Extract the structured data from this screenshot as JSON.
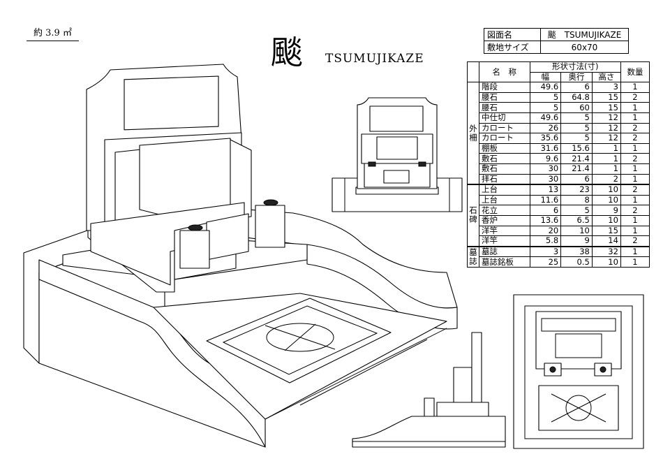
{
  "header": {
    "area": "約 3.9 ㎡",
    "title_kanji": "颷",
    "title_roman": "TSUMUJIKAZE"
  },
  "info": [
    {
      "key": "図面名",
      "value": "颷　TSUMUJIKAZE"
    },
    {
      "key": "敷地サイズ",
      "value": "60x70"
    }
  ],
  "spec": {
    "header_dims": "形状寸法(寸)",
    "col_name": "名　称",
    "col_width": "幅",
    "col_depth": "奥行",
    "col_height": "高さ",
    "col_qty": "数量",
    "groups": [
      {
        "label": "外柵",
        "rows": [
          {
            "name": "階段",
            "w": "49.6",
            "d": "6",
            "h": "3",
            "q": "1"
          },
          {
            "name": "腰石",
            "w": "5",
            "d": "64.8",
            "h": "15",
            "q": "2"
          },
          {
            "name": "腰石",
            "w": "5",
            "d": "60",
            "h": "15",
            "q": "1"
          },
          {
            "name": "中仕切",
            "w": "49.6",
            "d": "5",
            "h": "12",
            "q": "1"
          },
          {
            "name": "カロート",
            "w": "26",
            "d": "5",
            "h": "12",
            "q": "2"
          },
          {
            "name": "カロート",
            "w": "35.6",
            "d": "5",
            "h": "12",
            "q": "2"
          },
          {
            "name": "棚板",
            "w": "31.6",
            "d": "15.6",
            "h": "1",
            "q": "1"
          },
          {
            "name": "敷石",
            "w": "9.6",
            "d": "21.4",
            "h": "1",
            "q": "2"
          },
          {
            "name": "敷石",
            "w": "30",
            "d": "21.4",
            "h": "1",
            "q": "1"
          },
          {
            "name": "拝石",
            "w": "30",
            "d": "6",
            "h": "2",
            "q": "1"
          }
        ]
      },
      {
        "label": "石碑",
        "rows": [
          {
            "name": "上台",
            "w": "13",
            "d": "23",
            "h": "10",
            "q": "2"
          },
          {
            "name": "上台",
            "w": "11.6",
            "d": "8",
            "h": "10",
            "q": "1"
          },
          {
            "name": "花立",
            "w": "6",
            "d": "5",
            "h": "9",
            "q": "2"
          },
          {
            "name": "香炉",
            "w": "13.6",
            "d": "6.5",
            "h": "10",
            "q": "1"
          },
          {
            "name": "洋竿",
            "w": "20",
            "d": "10",
            "h": "15",
            "q": "1"
          },
          {
            "name": "洋竿",
            "w": "5.8",
            "d": "9",
            "h": "14",
            "q": "2"
          }
        ]
      },
      {
        "label": "墓誌",
        "rows": [
          {
            "name": "墓誌",
            "w": "3",
            "d": "38",
            "h": "32",
            "q": "1"
          },
          {
            "name": "墓誌銘板",
            "w": "25",
            "d": "0.5",
            "h": "10",
            "q": "1"
          }
        ]
      }
    ]
  }
}
